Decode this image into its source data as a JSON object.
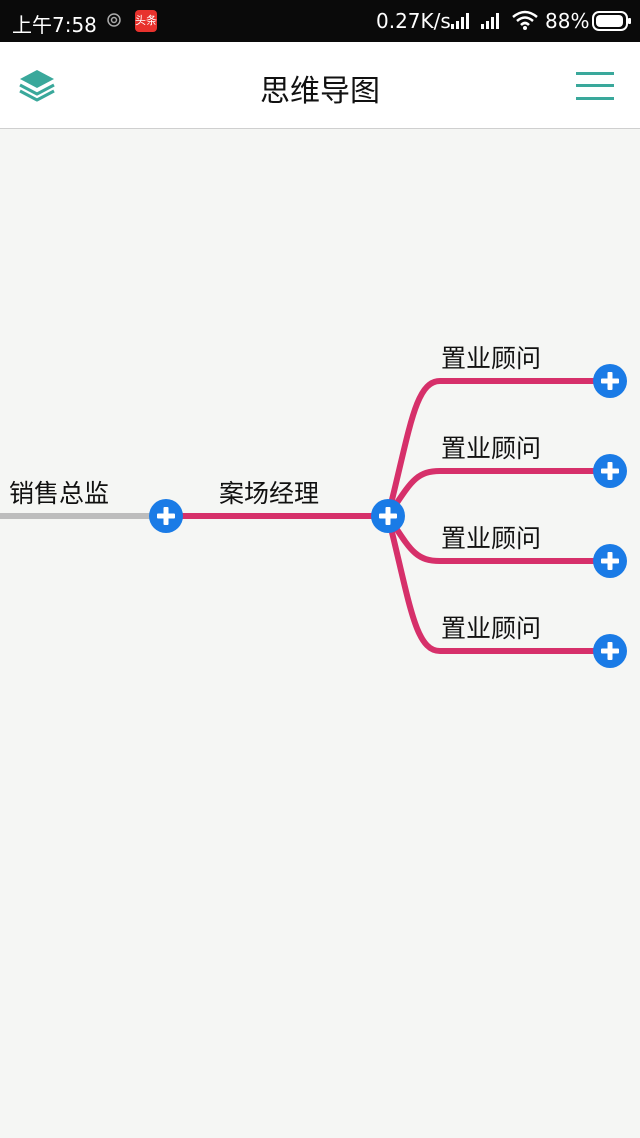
{
  "status_bar": {
    "time": "上午7:58",
    "news_badge": "头条",
    "network_speed": "0.27K/s",
    "battery_percent": "88%",
    "icons": [
      "hotspot-icon",
      "news-app-icon",
      "signal-icon",
      "signal-icon",
      "wifi-icon",
      "battery-icon"
    ]
  },
  "header": {
    "title": "思维导图",
    "left_icon": "layers-icon",
    "right_icon": "menu-icon"
  },
  "mindmap": {
    "root": {
      "label": "销售总监"
    },
    "manager": {
      "label": "案场经理"
    },
    "consultants": [
      {
        "label": "置业顾问"
      },
      {
        "label": "置业顾问"
      },
      {
        "label": "置业顾问"
      },
      {
        "label": "置业顾问"
      }
    ]
  },
  "colors": {
    "accent": "#3aa89b",
    "branch": "#d6306a",
    "root_line": "#bdbdbd",
    "expand_button": "#1a7be6",
    "background": "#f5f6f4"
  }
}
